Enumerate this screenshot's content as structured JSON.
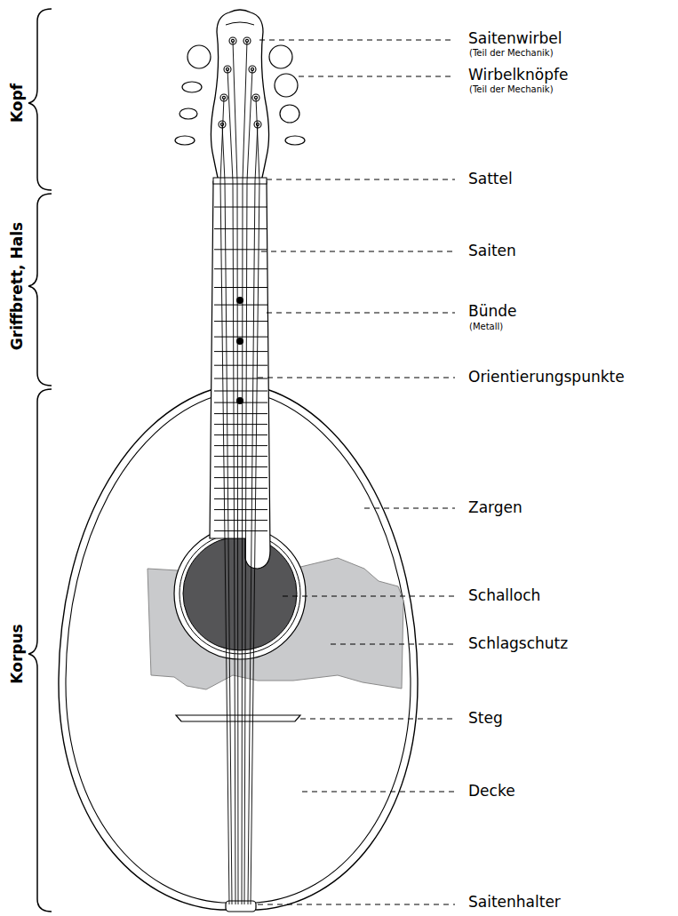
{
  "diagram": {
    "labels": [
      "Kopf",
      "Griffbrett, Hals",
      "Korpus",
      "Saitenwirbel",
      "(Teil der Mechanik)",
      "Wirbelknöpfe",
      "(Teil der Mechanik)",
      "Sattel",
      "Saiten",
      "Bünde",
      "(Metall)",
      "Orientierungspunkte",
      "Zargen",
      "Schalloch",
      "Schlagschutz",
      "Steg",
      "Decke",
      "Saitenhalter"
    ]
  }
}
